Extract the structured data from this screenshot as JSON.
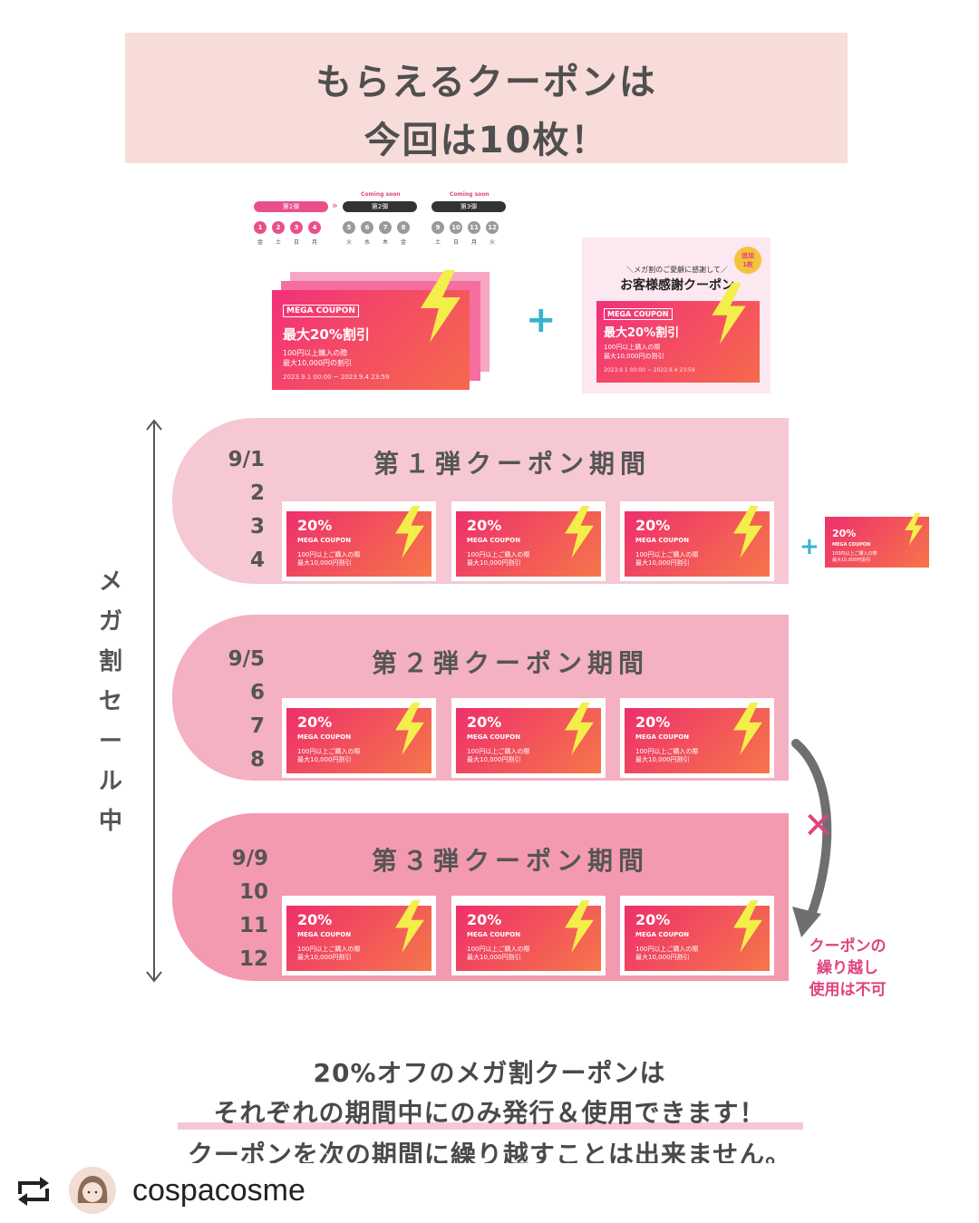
{
  "header": {
    "line1": "もらえるクーポンは",
    "line2": "今回は10枚！"
  },
  "schedule": {
    "phase1": "第1弾",
    "phase2": "第2弾",
    "phase3": "第3弾",
    "coming_soon": "Coming soon",
    "days": [
      "1",
      "2",
      "3",
      "4",
      "5",
      "6",
      "7",
      "8",
      "9",
      "10",
      "11",
      "12"
    ],
    "weekdays": [
      "金",
      "土",
      "日",
      "月",
      "火",
      "水",
      "木",
      "金",
      "土",
      "日",
      "月",
      "火"
    ]
  },
  "big_coupon": {
    "tag": "MEGA COUPON",
    "headline": "最大20%割引",
    "cond1": "100円以上購入の際",
    "cond2": "最大10,000円の割引",
    "period": "2023.9.1 00:00 ~ 2023.9.4 23:59"
  },
  "thanks_coupon": {
    "caption": "＼メガ割のご愛顧に感謝して／",
    "title": "お客様感謝クーポン",
    "extra_badge_1": "追加",
    "extra_badge_2": "1枚",
    "tag": "MEGA COUPON",
    "headline": "最大20%割引",
    "cond1": "100円以上購入の際",
    "cond2": "最大10,000円の割引",
    "period": "2023.9.1 00:00 ~ 2023.9.4 23:59"
  },
  "plus_sign": "+",
  "side_label": [
    "メ",
    "ガ",
    "割",
    "セ",
    "ー",
    "ル",
    "中"
  ],
  "periods": [
    {
      "title": "第１弾クーポン期間",
      "dates": [
        "9/1",
        "2",
        "3",
        "4"
      ]
    },
    {
      "title": "第２弾クーポン期間",
      "dates": [
        "9/5",
        "6",
        "7",
        "8"
      ]
    },
    {
      "title": "第３弾クーポン期間",
      "dates": [
        "9/9",
        "10",
        "11",
        "12"
      ]
    }
  ],
  "small_coupon": {
    "percent": "20%",
    "label": "MEGA COUPON",
    "cond1": "100円以上ご購入の際",
    "cond2": "最大10,000円割引"
  },
  "no_carry": {
    "line1": "クーポンの",
    "line2": "繰り越し",
    "line3": "使用は不可",
    "cross": "✕"
  },
  "bottom": {
    "line1": "20%オフのメガ割クーポンは",
    "line2": "それぞれの期間中にのみ発行＆使用できます！",
    "line3": "クーポンを次の期間に繰り越すことは出来ません。"
  },
  "repost": {
    "username": "cospacosme",
    "icon": "repost-icon"
  },
  "colors": {
    "pink_accent": "#e0437f",
    "band1": "#f6c8d3",
    "band2": "#f4b1c2",
    "band3": "#f39ab0",
    "header_bg": "#f7dcd9",
    "plus": "#35b4cc",
    "bolt": "#f4ee4b"
  }
}
